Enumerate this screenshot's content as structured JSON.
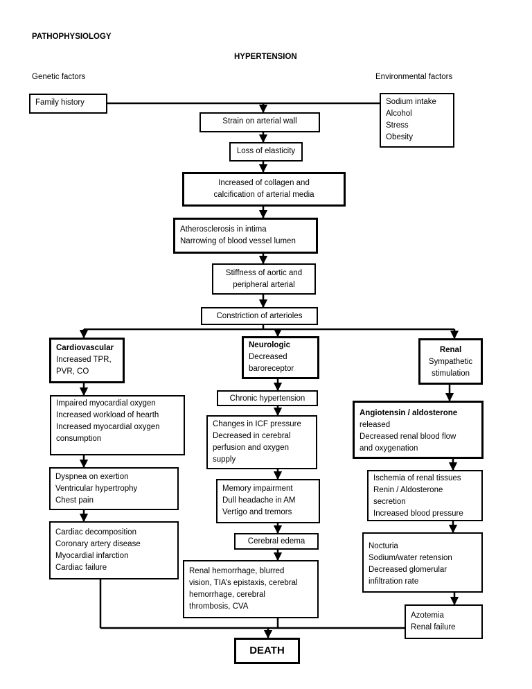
{
  "header": {
    "section": "PATHOPHYSIOLOGY",
    "title": "HYPERTENSION",
    "genetic": "Genetic factors",
    "environmental": "Environmental  factors"
  },
  "boxes": {
    "family_history": [
      "Family history"
    ],
    "env_factors": [
      "Sodium intake",
      "Alcohol",
      "Stress",
      "Obesity"
    ],
    "strain": [
      "Strain on arterial wall"
    ],
    "elasticity": [
      "Loss of elasticity"
    ],
    "collagen": [
      "Increased of collagen and",
      "calcification of arterial media"
    ],
    "atherosclerosis": [
      "Atherosclerosis in intima",
      "Narrowing of blood vessel lumen"
    ],
    "stiffness": [
      "Stiffness of aortic and",
      "peripheral arterial"
    ],
    "constriction": [
      "Constriction of arterioles"
    ],
    "cardio_head": [
      "Cardiovascular",
      "Increased TPR,",
      "PVR, CO"
    ],
    "cardio_1": [
      "Impaired myocardial oxygen",
      "Increased workload of hearth",
      "Increased myocardial oxygen",
      "consumption"
    ],
    "cardio_2": [
      "Dyspnea on exertion",
      "Ventricular hypertrophy",
      "Chest pain"
    ],
    "cardio_3": [
      "Cardiac decomposition",
      "Coronary artery disease",
      "Myocardial infarction",
      "Cardiac failure"
    ],
    "neuro_head": [
      "Neurologic",
      "Decreased",
      "baroreceptor"
    ],
    "neuro_1": [
      "Chronic hypertension"
    ],
    "neuro_2": [
      "Changes in ICF pressure",
      "Decreased in cerebral",
      "perfusion and oxygen",
      "supply"
    ],
    "neuro_3": [
      "Memory impairment",
      "Dull headache in AM",
      "Vertigo and tremors"
    ],
    "neuro_4": [
      "Cerebral edema"
    ],
    "neuro_5": [
      "Renal hemorrhage, blurred",
      "vision, TIA’s epistaxis, cerebral",
      "hemorrhage, cerebral",
      "thrombosis, CVA"
    ],
    "renal_head": [
      "Renal",
      "Sympathetic",
      "stimulation"
    ],
    "renal_1": [
      "Angiotensin / aldosterone",
      "released",
      "Decreased renal blood flow",
      "and oxygenation"
    ],
    "renal_2": [
      "Ischemia of renal tissues",
      "Renin / Aldosterone",
      "secretion",
      "Increased blood pressure"
    ],
    "renal_3": [
      "Nocturia",
      "Sodium/water retension",
      "Decreased glomerular",
      "infiltration rate"
    ],
    "renal_4": [
      "Azotemia",
      "Renal failure"
    ],
    "death": [
      "DEATH"
    ]
  }
}
